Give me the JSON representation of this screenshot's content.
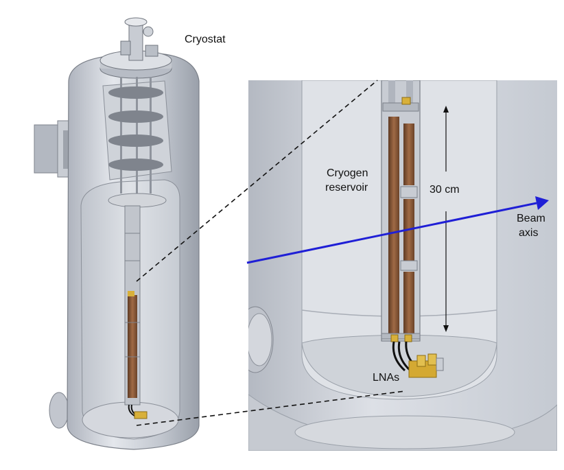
{
  "labels": {
    "cryostat": "Cryostat",
    "cryogen_line1": "Cryogen",
    "cryogen_line2": "reservoir",
    "length": "30 cm",
    "beam_line1": "Beam",
    "beam_line2": "axis",
    "lnas": "LNAs"
  },
  "colors": {
    "body_light": "#d9dde4",
    "body_mid": "#b9bec8",
    "body_dark": "#8e939d",
    "copper": "#8a5a3a",
    "brass": "#d8b03a",
    "beam": "#1f1fd6",
    "leader": "#111111"
  }
}
